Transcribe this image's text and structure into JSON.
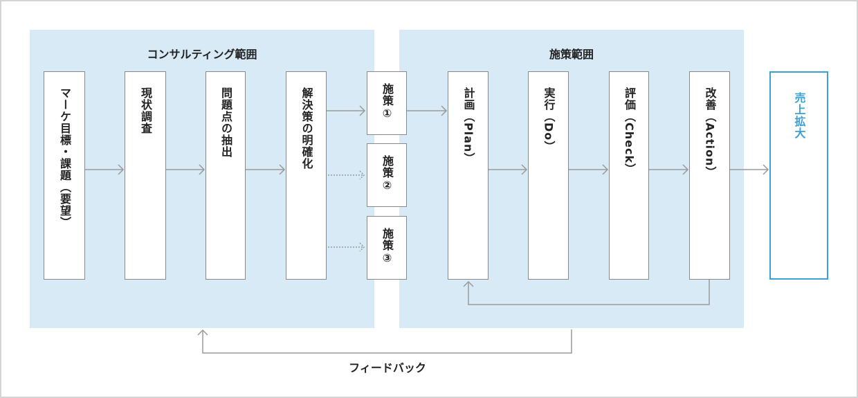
{
  "regions": {
    "consulting_title": "コンサルティング範囲",
    "measures_title": "施策範囲"
  },
  "boxes": {
    "marketing_goal": "マーケ目標・課題（要望）",
    "current_survey": "現状調査",
    "problem_clarify": "問題点の抽出",
    "solution_clarify": "解決策の明確化",
    "measure_1": "施策①",
    "measure_2": "施策②",
    "measure_3": "施策③",
    "plan": "計画（Plan）",
    "do": "実行（Do）",
    "check": "評価（Check）",
    "action": "改善（Action）",
    "sales_growth": "売上拡大"
  },
  "feedback_label": "フィードバック",
  "colors": {
    "region_bg": "#d8eaf6",
    "box_border": "#888888",
    "arrow": "#999999",
    "result_accent": "#3aa0d8"
  }
}
